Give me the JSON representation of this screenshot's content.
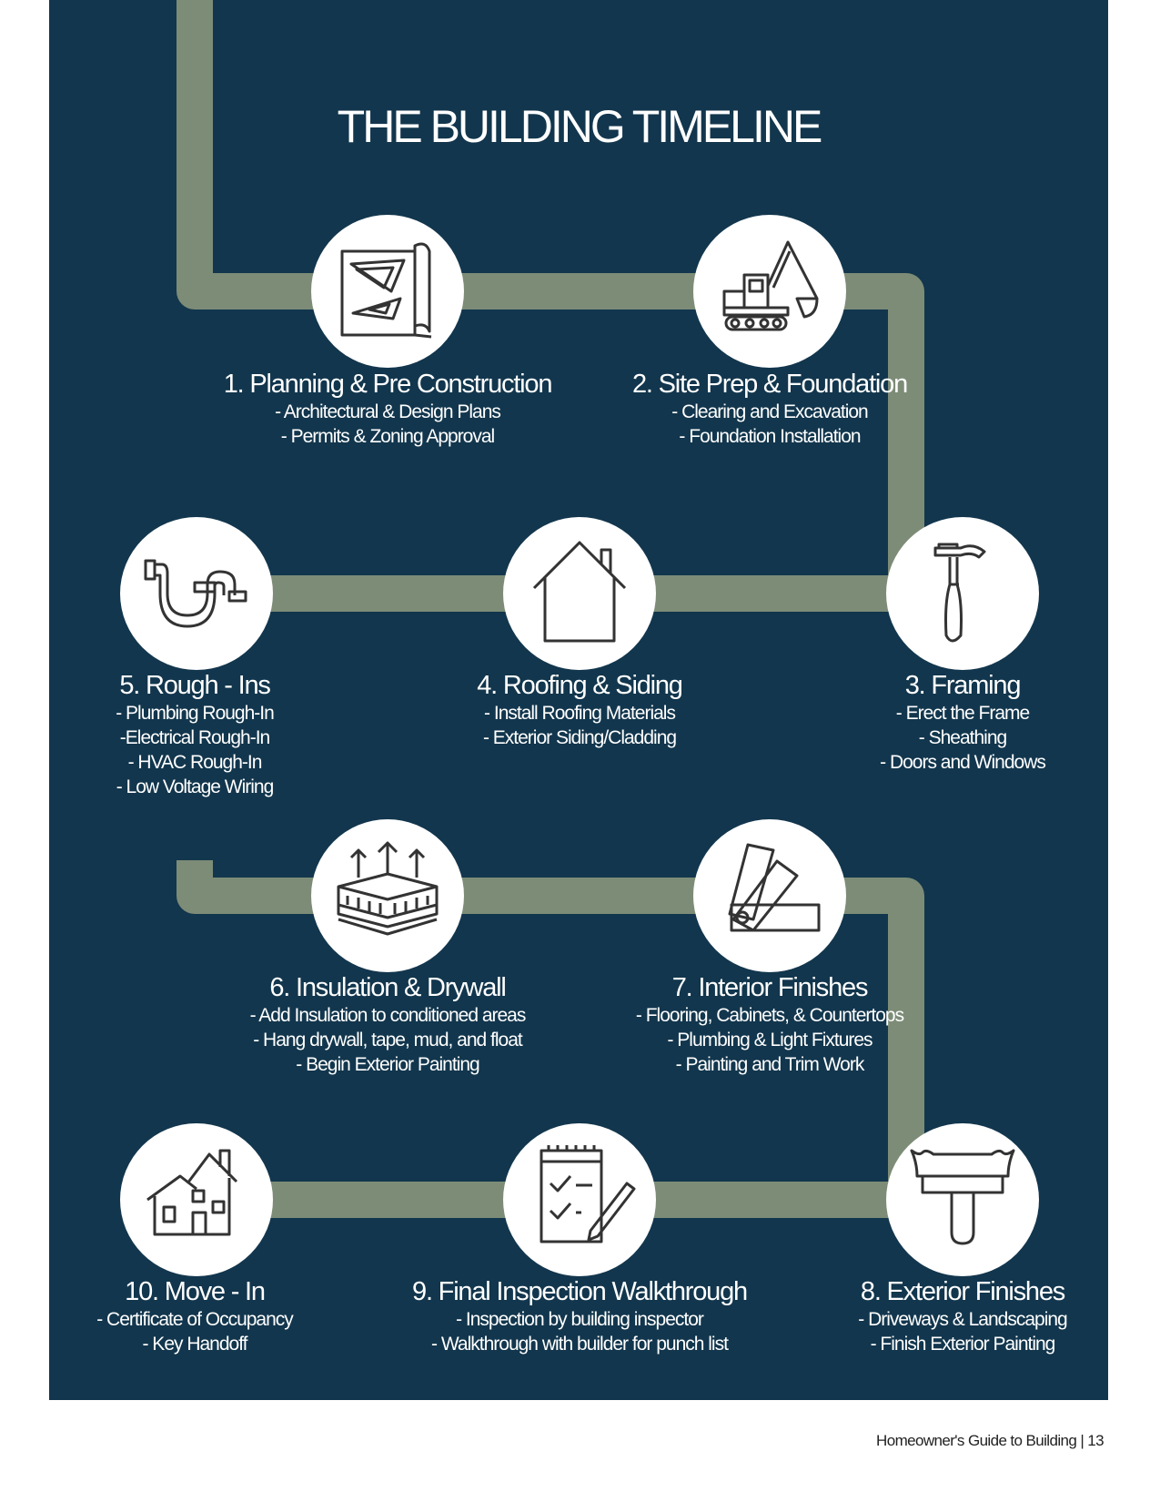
{
  "title": "THE BUILDING TIMELINE",
  "colors": {
    "background": "#12364d",
    "path": "#7d8c77",
    "node": "#ffffff",
    "icon_stroke": "#333333"
  },
  "steps": [
    {
      "title": "1. Planning & Pre Construction",
      "icon": "blueprint-icon",
      "items": [
        "- Architectural & Design Plans",
        "- Permits & Zoning Approval"
      ]
    },
    {
      "title": "2. Site Prep & Foundation",
      "icon": "excavator-icon",
      "items": [
        "- Clearing and Excavation",
        "- Foundation Installation"
      ]
    },
    {
      "title": "3. Framing",
      "icon": "hammer-icon",
      "items": [
        "- Erect the Frame",
        "- Sheathing",
        "- Doors and Windows"
      ]
    },
    {
      "title": "4. Roofing & Siding",
      "icon": "house-icon",
      "items": [
        "- Install Roofing Materials",
        "- Exterior Siding/Cladding"
      ]
    },
    {
      "title": "5. Rough - Ins",
      "icon": "pipe-icon",
      "items": [
        "- Plumbing Rough-In",
        "-Electrical Rough-In",
        "- HVAC Rough-In",
        "- Low Voltage Wiring"
      ]
    },
    {
      "title": "6. Insulation & Drywall",
      "icon": "insulation-icon",
      "items": [
        "- Add Insulation to conditioned areas",
        "- Hang drywall, tape, mud, and float",
        "- Begin Exterior Painting"
      ]
    },
    {
      "title": "7. Interior Finishes",
      "icon": "color-swatch-icon",
      "items": [
        "- Flooring, Cabinets, & Countertops",
        "- Plumbing & Light Fixtures",
        "- Painting and Trim Work"
      ]
    },
    {
      "title": "8. Exterior Finishes",
      "icon": "paintbrush-icon",
      "items": [
        "- Driveways & Landscaping",
        "- Finish Exterior Painting"
      ]
    },
    {
      "title": "9. Final Inspection Walkthrough",
      "icon": "checklist-icon",
      "items": [
        "- Inspection by building inspector",
        "- Walkthrough with builder for punch list"
      ]
    },
    {
      "title": "10. Move - In",
      "icon": "home-icon",
      "items": [
        "- Certificate of Occupancy",
        "- Key Handoff"
      ]
    }
  ],
  "footer": "Homeowner's Guide to Building | 13"
}
